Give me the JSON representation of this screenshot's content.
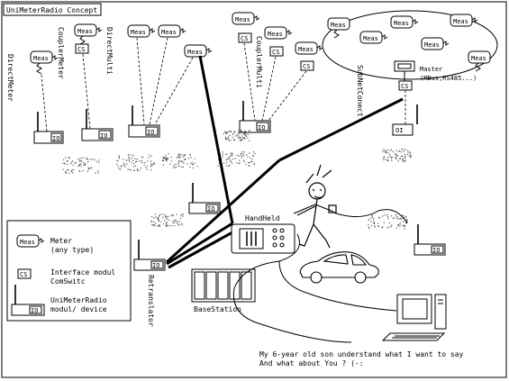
{
  "title": "UniMeterRadio Concept",
  "meas_label": "Meas",
  "cs_label": "CS",
  "io_label": "IO",
  "oi_label": "OI",
  "groups": {
    "direct_meter": "DirectMeter",
    "coupler_meter": "CouplerMeter",
    "direct_multi": "DirectMulti",
    "coupler_multi": "CouplerMulti",
    "subnet_connect": "SubNetConect",
    "retranslator": "Retranslator"
  },
  "master": {
    "line1": "Master",
    "line2": "(MBus,RS485...)"
  },
  "handheld": "HandHeld",
  "basestation": "BaseStation",
  "legend": {
    "meter_line1": "Meter",
    "meter_line2": "(any type)",
    "interface_line1": "Interface modul",
    "interface_line2": "ComSwitc",
    "radio_line1": "UniMeterRadio",
    "radio_line2": "modul/ device"
  },
  "note": {
    "line1": "My 6-year old son understand what I want to say",
    "line2": "And what about You ?   (-:"
  }
}
